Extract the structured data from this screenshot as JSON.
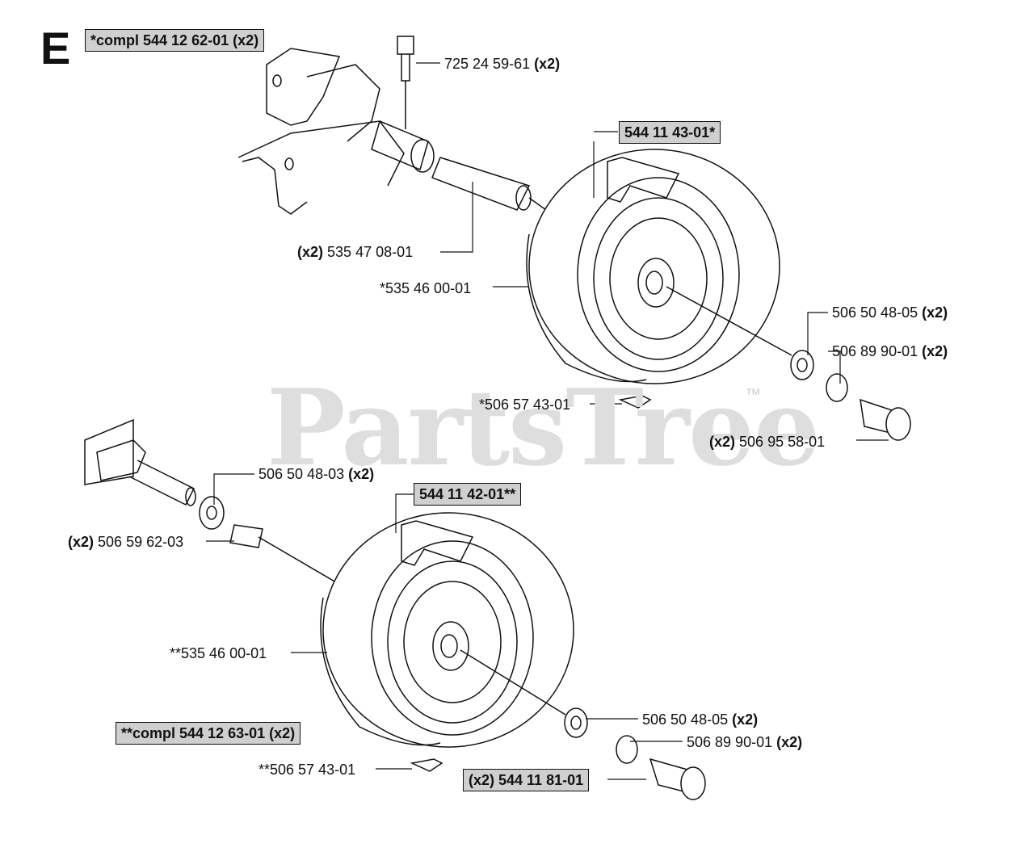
{
  "section": "E",
  "watermark": "PartsTree",
  "watermark_tm": "™",
  "labels": {
    "compl_top": "*compl 544 12 62-01 (x2)",
    "bolt_num": "725 24 59-61",
    "bolt_qty": "(x2)",
    "wheel_top": "544 11 43-01*",
    "axle_qty": "(x2)",
    "axle_num": "535 47 08-01",
    "tire_top": "*535 46 00-01",
    "washer_top_num": "506 50 48-05",
    "washer_top_qty": "(x2)",
    "clip_top_num": "506 89 90-01",
    "clip_top_qty": "(x2)",
    "valve_top": "*506 57 43-01",
    "cap_top_qty": "(x2)",
    "cap_top_num": "506 95 58-01",
    "washer_left_num": "506 50 48-03",
    "washer_left_qty": "(x2)",
    "wheel_bottom": "544 11 42-01**",
    "bushing_qty": "(x2)",
    "bushing_num": "506 59 62-03",
    "tire_bottom": "**535 46 00-01",
    "washer_bot_num": "506 50 48-05",
    "washer_bot_qty": "(x2)",
    "clip_bot_num": "506 89 90-01",
    "clip_bot_qty": "(x2)",
    "compl_bottom": "**compl 544 12 63-01 (x2)",
    "valve_bottom": "**506 57 43-01",
    "cap_bottom": "(x2) 544 11 81-01"
  }
}
